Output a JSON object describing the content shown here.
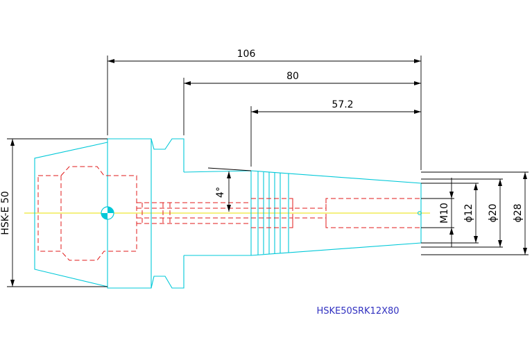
{
  "dimensions": {
    "overall_length": "106",
    "shank_length": "80",
    "taper_length": "57.2",
    "taper_angle": "4°",
    "thread": "M10",
    "bore_diameter": "ϕ12",
    "nose_diameter": "ϕ20",
    "body_diameter": "ϕ28",
    "interface": "HSK-E 50"
  },
  "part_number": "HSKE50SRK12X80",
  "colors": {
    "outline": "#00c8d8",
    "hidden": "#e01818",
    "centerline": "#e8e000",
    "dimension": "#000000",
    "label": "#3030c0",
    "background": "#ffffff"
  }
}
